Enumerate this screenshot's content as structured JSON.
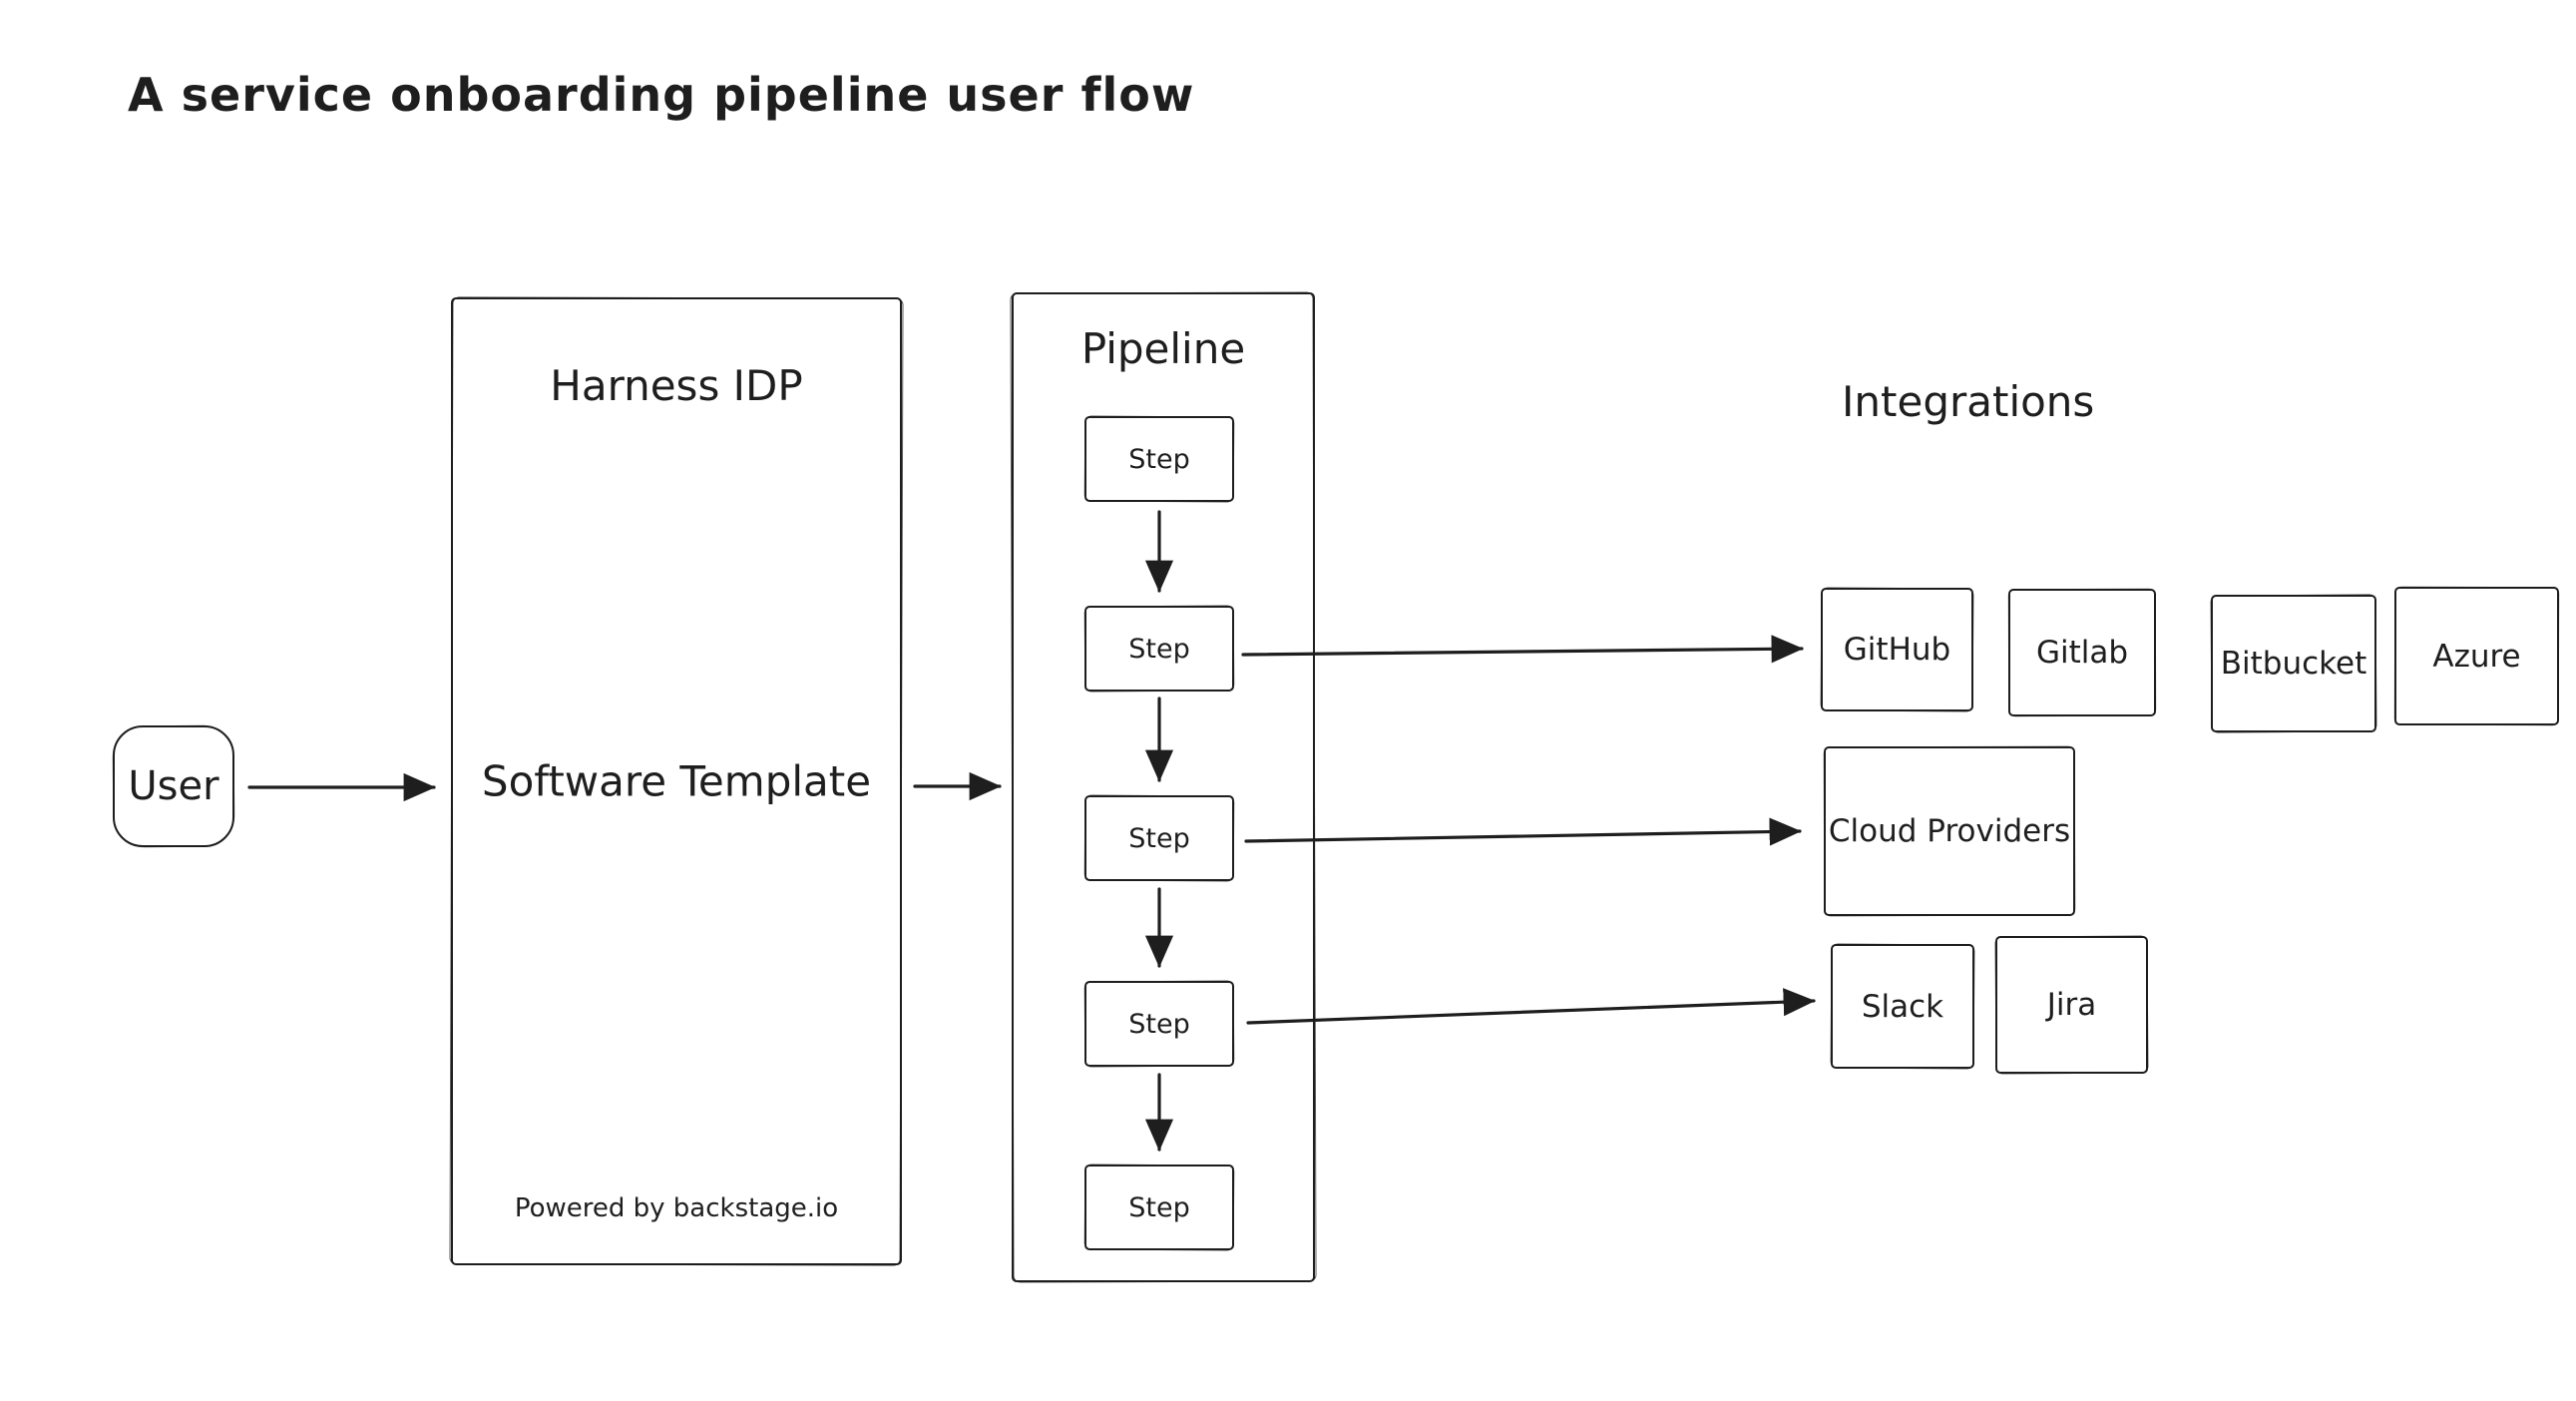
{
  "title": "A service onboarding pipeline user flow",
  "user_node": {
    "label": "User"
  },
  "harness": {
    "title": "Harness IDP",
    "center_label": "Software Template",
    "footer": "Powered by backstage.io"
  },
  "pipeline": {
    "title": "Pipeline",
    "steps": [
      "Step",
      "Step",
      "Step",
      "Step",
      "Step"
    ]
  },
  "integrations": {
    "title": "Integrations",
    "git_providers": [
      "GitHub",
      "Gitlab",
      "Bitbucket",
      "Azure"
    ],
    "cloud_providers": [
      "Cloud Providers"
    ],
    "collaboration": [
      "Slack",
      "Jira"
    ]
  },
  "colors": {
    "stroke": "#1e1e1e",
    "background": "#ffffff"
  }
}
